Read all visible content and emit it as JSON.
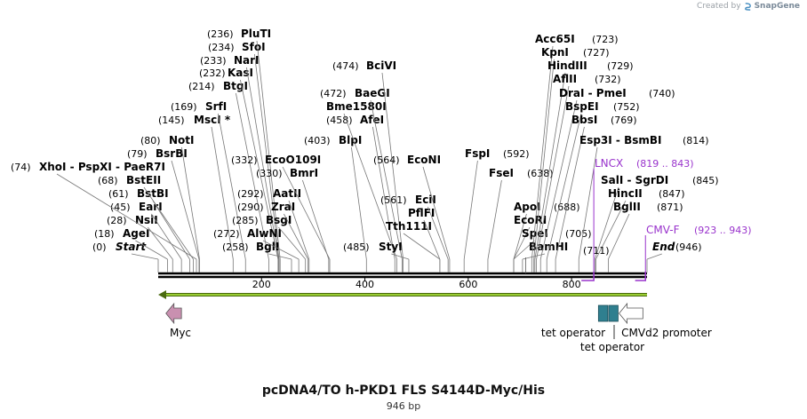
{
  "credit": {
    "prefix": "Created by",
    "brand": "SnapGene"
  },
  "map": {
    "name": "pcDNA4/TO h-PKD1 FLS S4144D-Myc/His",
    "length_label": "946 bp",
    "length": 946
  },
  "ticks": [
    {
      "pos": 200,
      "label": "200"
    },
    {
      "pos": 400,
      "label": "400"
    },
    {
      "pos": 600,
      "label": "600"
    },
    {
      "pos": 800,
      "label": "800"
    }
  ],
  "sites": [
    {
      "names": [
        "Start"
      ],
      "pos_label": "(0)",
      "pos": 0,
      "style": "italic"
    },
    {
      "names": [
        "AgeI"
      ],
      "pos_label": "(18)",
      "pos": 18
    },
    {
      "names": [
        "NsiI"
      ],
      "pos_label": "(28)",
      "pos": 28
    },
    {
      "names": [
        "EarI"
      ],
      "pos_label": "(45)",
      "pos": 45
    },
    {
      "names": [
        "BstBI"
      ],
      "pos_label": "(61)",
      "pos": 61
    },
    {
      "names": [
        "BstEII"
      ],
      "pos_label": "(68)",
      "pos": 68
    },
    {
      "names": [
        "XhoI",
        "PspXI",
        "PaeR7I"
      ],
      "pos_label": "(74)",
      "pos": 74
    },
    {
      "names": [
        "BsrBI"
      ],
      "pos_label": "(79)",
      "pos": 79
    },
    {
      "names": [
        "NotI"
      ],
      "pos_label": "(80)",
      "pos": 80
    },
    {
      "names": [
        "MscI *"
      ],
      "pos_label": "(145)",
      "pos": 145
    },
    {
      "names": [
        "SrfI"
      ],
      "pos_label": "(169)",
      "pos": 169
    },
    {
      "names": [
        "BtgI"
      ],
      "pos_label": "(214)",
      "pos": 214
    },
    {
      "names": [
        "KasI"
      ],
      "pos_label": "(232)",
      "pos": 232
    },
    {
      "names": [
        "NarI"
      ],
      "pos_label": "(233)",
      "pos": 233
    },
    {
      "names": [
        "SfoI"
      ],
      "pos_label": "(234)",
      "pos": 234
    },
    {
      "names": [
        "PluTI"
      ],
      "pos_label": "(236)",
      "pos": 236
    },
    {
      "names": [
        "BglI"
      ],
      "pos_label": "(258)",
      "pos": 258
    },
    {
      "names": [
        "AlwNI"
      ],
      "pos_label": "(272)",
      "pos": 272
    },
    {
      "names": [
        "BsgI"
      ],
      "pos_label": "(285)",
      "pos": 285
    },
    {
      "names": [
        "ZraI"
      ],
      "pos_label": "(290)",
      "pos": 290
    },
    {
      "names": [
        "AatII"
      ],
      "pos_label": "(292)",
      "pos": 292
    },
    {
      "names": [
        "BmrI"
      ],
      "pos_label": "(330)",
      "pos": 330
    },
    {
      "names": [
        "EcoO109I"
      ],
      "pos_label": "(332)",
      "pos": 332
    },
    {
      "names": [
        "BlpI"
      ],
      "pos_label": "(403)",
      "pos": 403
    },
    {
      "names": [
        "AfeI"
      ],
      "pos_label": "(458)",
      "pos": 458
    },
    {
      "names": [
        "Bme1580I"
      ],
      "pos_label": "",
      "pos": 462
    },
    {
      "names": [
        "BaeGI"
      ],
      "pos_label": "(472)",
      "pos": 472
    },
    {
      "names": [
        "BciVI"
      ],
      "pos_label": "(474)",
      "pos": 474
    },
    {
      "names": [
        "StyI"
      ],
      "pos_label": "(485)",
      "pos": 485
    },
    {
      "names": [
        "Tth111I"
      ],
      "pos_label": "",
      "pos": 545
    },
    {
      "names": [
        "PflFI"
      ],
      "pos_label": "",
      "pos": 545
    },
    {
      "names": [
        "EciI"
      ],
      "pos_label": "(561)",
      "pos": 561
    },
    {
      "names": [
        "EcoNI"
      ],
      "pos_label": "(564)",
      "pos": 564
    },
    {
      "names": [
        "FspI"
      ],
      "pos_label": "(592)",
      "pos": 592
    },
    {
      "names": [
        "FseI"
      ],
      "pos_label": "(638)",
      "pos": 638
    },
    {
      "names": [
        "ApoI"
      ],
      "pos_label": "",
      "pos": 688
    },
    {
      "names": [
        "EcoRI"
      ],
      "pos_label": "",
      "pos": 688
    },
    {
      "names": [
        "SpeI"
      ],
      "pos_label": "(688)",
      "pos": 688
    },
    {
      "names": [
        "BamHI"
      ],
      "pos_label": "(705)",
      "pos": 705
    },
    {
      "names": [
        "Acc65I"
      ],
      "pos_label": "(723)",
      "pos": 723
    },
    {
      "names": [
        "KpnI"
      ],
      "pos_label": "(727)",
      "pos": 727
    },
    {
      "names": [
        "HindIII"
      ],
      "pos_label": "(729)",
      "pos": 729
    },
    {
      "names": [
        "AflII"
      ],
      "pos_label": "(732)",
      "pos": 732
    },
    {
      "names": [
        "DraI",
        "PmeI"
      ],
      "pos_label": "(740)",
      "pos": 740
    },
    {
      "names": [
        "BspEI"
      ],
      "pos_label": "(752)",
      "pos": 752
    },
    {
      "names": [
        "BbsI"
      ],
      "pos_label": "(769)",
      "pos": 769
    },
    {
      "names": [
        "Esp3I",
        "BsmBI"
      ],
      "pos_label": "(814)",
      "pos": 814
    },
    {
      "names": [
        "SalI",
        "SgrDI"
      ],
      "pos_label": "(845)",
      "pos": 845
    },
    {
      "names": [
        "HincII"
      ],
      "pos_label": "(847)",
      "pos": 847
    },
    {
      "names": [
        "BglII"
      ],
      "pos_label": "(871)",
      "pos": 871
    },
    {
      "names": [
        "End"
      ],
      "pos_label": "(946)",
      "pos": 946,
      "style": "italic"
    },
    {
      "names": [
        ""
      ],
      "pos_label": "(711)",
      "pos": 711
    }
  ],
  "primers": [
    {
      "name": "LNCX",
      "range": "(819 .. 843)",
      "start": 819,
      "end": 843,
      "color": "#9933cc"
    },
    {
      "name": "CMV-F",
      "range": "(923 .. 943)",
      "start": 923,
      "end": 943,
      "color": "#9933cc"
    }
  ],
  "features": [
    {
      "name": "Myc",
      "kind": "arrow-left",
      "start": 15,
      "end": 45,
      "color": "#c990b0"
    },
    {
      "name": "tet operator",
      "kind": "box",
      "start": 852,
      "end": 870,
      "color": "#2f7f8f"
    },
    {
      "name": "tet operator",
      "kind": "box",
      "start": 872,
      "end": 890,
      "color": "#2f7f8f"
    },
    {
      "name": "CMVd2 promoter",
      "kind": "arrow-left",
      "start": 892,
      "end": 938,
      "color": "#ffffff"
    }
  ],
  "orf_arrow": {
    "color": "#99cc33",
    "start": 0,
    "end": 946
  }
}
